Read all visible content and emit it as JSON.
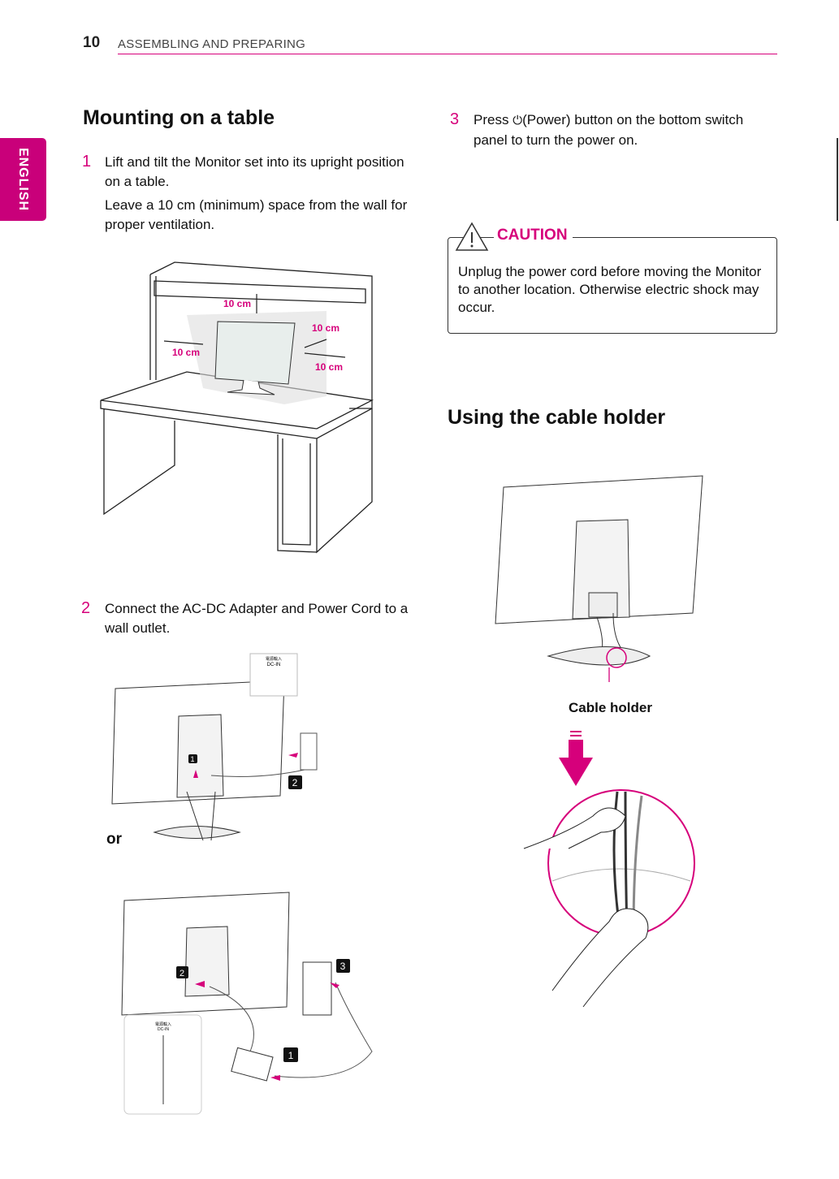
{
  "header": {
    "page_number": "10",
    "section": "ASSEMBLING AND PREPARING"
  },
  "side_tab": "ENGLISH",
  "left": {
    "title": "Mounting on a table",
    "step1": {
      "num": "1",
      "text": "Lift and tilt the Monitor set into its upright position on a table.",
      "note": "Leave a 10 cm (minimum) space from the wall for proper ventilation."
    },
    "clearance_labels": [
      "10 cm",
      "10 cm",
      "10 cm",
      "10 cm"
    ],
    "step2": {
      "num": "2",
      "text": "Connect the AC-DC Adapter and Power Cord to a wall outlet."
    },
    "or": "or",
    "dcin_label": "DC-IN",
    "dcin_label_cn": "電源輸入",
    "badges": [
      "1",
      "2",
      "2",
      "3",
      "1"
    ]
  },
  "right": {
    "step3": {
      "num": "3",
      "text_before": "Press ",
      "text_after": "(Power) button on the bottom switch panel to turn the power on."
    },
    "caution": {
      "title": "CAUTION",
      "text": "Unplug the power cord before moving the Monitor to another location. Otherwise electric shock may occur."
    },
    "title": "Using the cable holder",
    "cable_holder_label": "Cable holder"
  },
  "colors": {
    "accent": "#d6007b"
  }
}
